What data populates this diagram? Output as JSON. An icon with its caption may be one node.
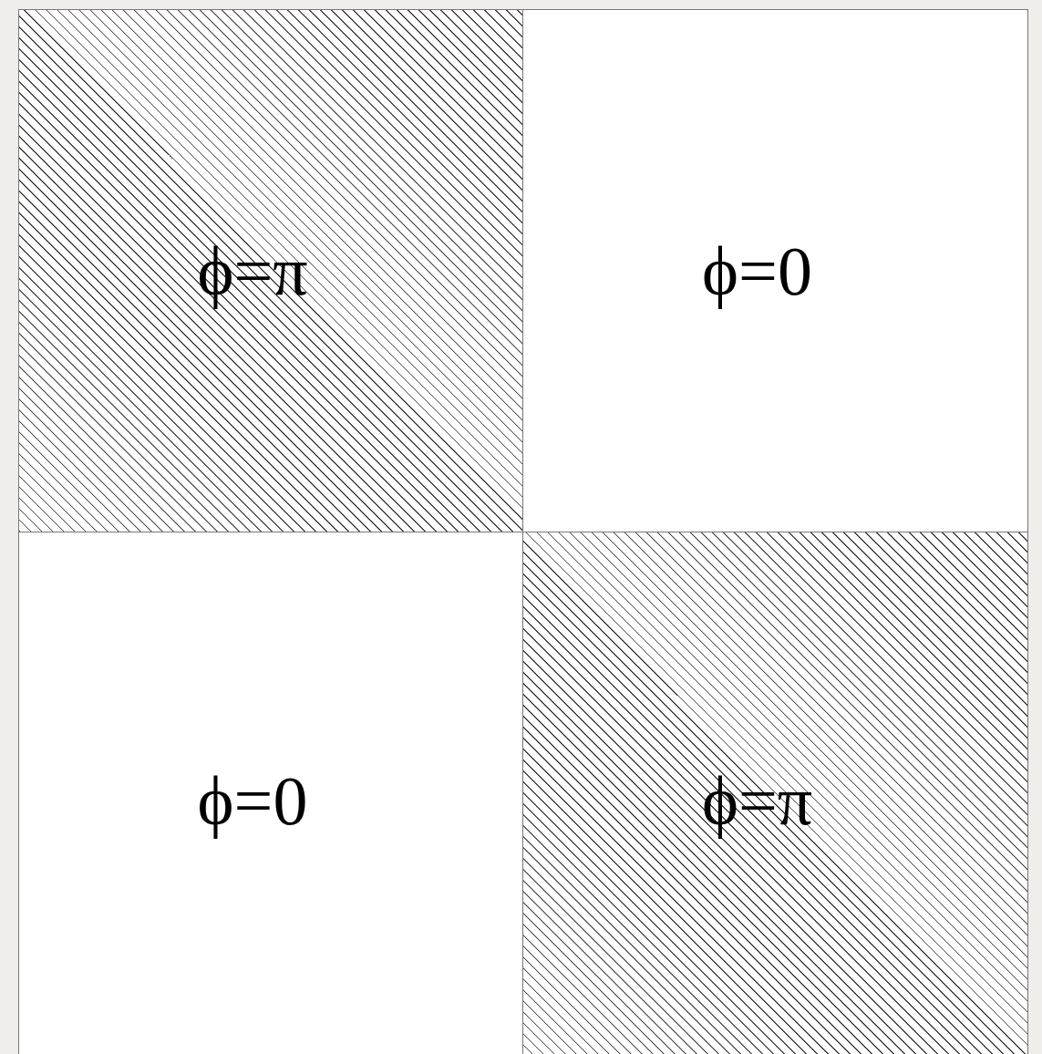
{
  "diagram": {
    "nodes": [
      {
        "text": [
          "ϕ=π"
        ]
      },
      {
        "text": [
          "ϕ=0"
        ]
      },
      {
        "text": [
          "ϕ=0"
        ]
      },
      {
        "text": [
          "ϕ=π"
        ]
      }
    ]
  }
}
